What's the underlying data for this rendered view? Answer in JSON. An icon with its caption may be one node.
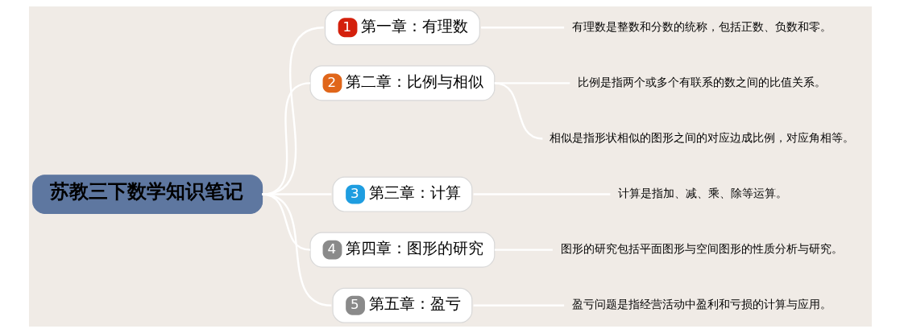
{
  "diagram": {
    "nodes": [
      {
        "text": [
          "苏教三下数学知识笔记"
        ]
      },
      {
        "text": [
          "1",
          "第一章：有理数"
        ]
      },
      {
        "text": [
          "2",
          "第二章：比例与相似"
        ]
      },
      {
        "text": [
          "3",
          "第三章：计算"
        ]
      },
      {
        "text": [
          "4",
          "第四章：图形的研究"
        ]
      },
      {
        "text": [
          "5",
          "第五章：盈亏"
        ]
      },
      {
        "text": [
          "有理数是整数和分数的统称，包括正数、负数和零。"
        ]
      },
      {
        "text": [
          "比例是指两个或多个有联系的数之间的比值关系。"
        ]
      },
      {
        "text": [
          "相似是指形状相似的图形之间的对应边成比例，对应角相等。"
        ]
      },
      {
        "text": [
          "计算是指加、减、乘、除等运算。"
        ]
      },
      {
        "text": [
          "图形的研究包括平面图形与空间图形的性质分析与研究。"
        ]
      },
      {
        "text": [
          "盈亏问题是指经营活动中盈利和亏损的计算与应用。"
        ]
      }
    ],
    "edges": [
      {
        "from": 0,
        "to": 1,
        "arrow": "none"
      },
      {
        "from": 0,
        "to": 2,
        "arrow": "none"
      },
      {
        "from": 0,
        "to": 3,
        "arrow": "none"
      },
      {
        "from": 0,
        "to": 4,
        "arrow": "none"
      },
      {
        "from": 0,
        "to": 5,
        "arrow": "none"
      },
      {
        "from": 1,
        "to": 6,
        "arrow": "none"
      },
      {
        "from": 2,
        "to": 7,
        "arrow": "none"
      },
      {
        "from": 2,
        "to": 8,
        "arrow": "none"
      },
      {
        "from": 3,
        "to": 9,
        "arrow": "none"
      },
      {
        "from": 4,
        "to": 10,
        "arrow": "none"
      },
      {
        "from": 5,
        "to": 11,
        "arrow": "none"
      }
    ]
  }
}
